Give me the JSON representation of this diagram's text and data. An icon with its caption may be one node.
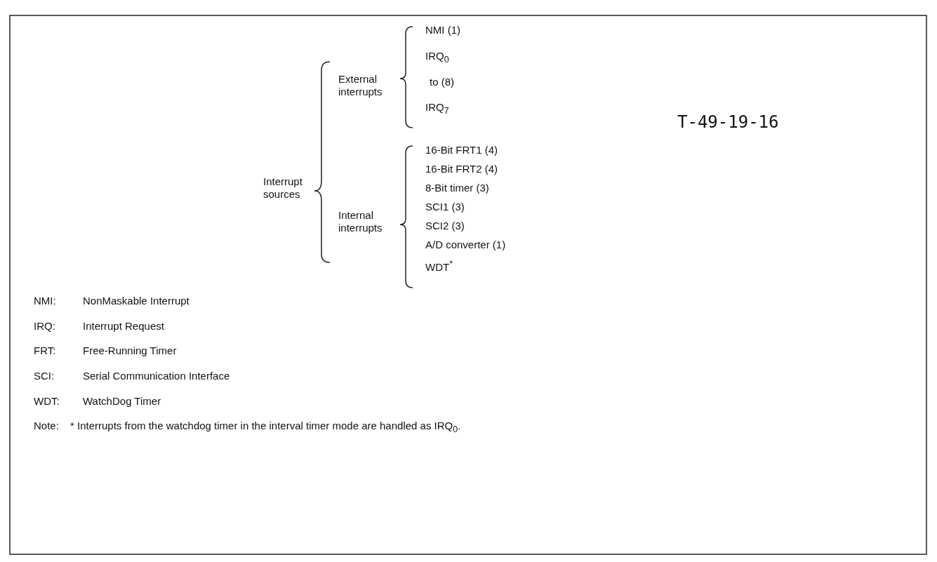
{
  "diagram": {
    "labels": [
      "NMI (1)",
      "IRQ$_{0}$",
      "to (8)",
      "External interrupts",
      "IRQ$_{7}$",
      "T-49-19-16",
      "Interrupt sources",
      "Internal interrupts",
      "16-Bit FRT1 (4)",
      "16-Bit FRT2 (4)",
      "8-Bit timer (3)",
      "SCI1 (3)",
      "SCI2 (3)",
      "A/D converter (1)",
      "WDT$^{*}$",
      "NMI:",
      "NonMaskable Interrupt",
      "IRQ:",
      "Interrupt Request",
      "FRT:",
      "Free-Running Timer",
      "SCI:",
      "Serial Communication Interface",
      "WDT:",
      "WatchDog Timer",
      "Note:",
      "* Interrupts from the watchdog timer in the interval timer mode are handled as IRQ$_{0}$."
    ]
  }
}
